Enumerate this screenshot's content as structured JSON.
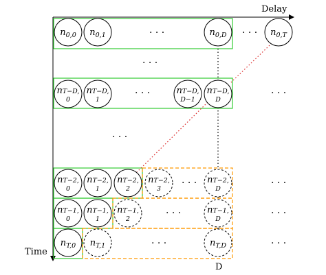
{
  "axes": {
    "x_label": "Delay",
    "y_label": "Time",
    "bottom_label": "D"
  },
  "ellipsis": "· · ·",
  "rows": [
    {
      "id": "row-0",
      "nodes": [
        {
          "id": "n00",
          "main": "n",
          "sub": "0,0",
          "style": "solid"
        },
        {
          "id": "n01",
          "main": "n",
          "sub": "0,1",
          "style": "solid"
        },
        {
          "id": "n0D",
          "main": "n",
          "sub": "0,D",
          "style": "solid"
        },
        {
          "id": "n0T",
          "main": "n",
          "sub": "0,T",
          "style": "solid"
        }
      ]
    },
    {
      "id": "row-TD",
      "nodes": [
        {
          "id": "nTD0",
          "main": "n",
          "sub": "T−D,",
          "sub2": "0",
          "style": "solid"
        },
        {
          "id": "nTD1",
          "main": "n",
          "sub": "T−D,",
          "sub2": "1",
          "style": "solid"
        },
        {
          "id": "nTDDm1",
          "main": "n",
          "sub": "T−D,",
          "sub2": "D−1",
          "style": "solid"
        },
        {
          "id": "nTDD",
          "main": "n",
          "sub": "T−D,",
          "sub2": "D",
          "style": "solid"
        }
      ]
    },
    {
      "id": "row-T2",
      "nodes": [
        {
          "id": "nT20",
          "main": "n",
          "sub": "T−2,",
          "sub2": "0",
          "style": "solid"
        },
        {
          "id": "nT21",
          "main": "n",
          "sub": "T−2,",
          "sub2": "1",
          "style": "solid"
        },
        {
          "id": "nT22",
          "main": "n",
          "sub": "T−2,",
          "sub2": "2",
          "style": "solid"
        },
        {
          "id": "nT23",
          "main": "n",
          "sub": "T−2,",
          "sub2": "3",
          "style": "dashed"
        },
        {
          "id": "nT2D",
          "main": "n",
          "sub": "T−2,",
          "sub2": "D",
          "style": "dashed"
        }
      ]
    },
    {
      "id": "row-T1",
      "nodes": [
        {
          "id": "nT10",
          "main": "n",
          "sub": "T−1,",
          "sub2": "0",
          "style": "solid"
        },
        {
          "id": "nT11",
          "main": "n",
          "sub": "T−1,",
          "sub2": "1",
          "style": "solid"
        },
        {
          "id": "nT12",
          "main": "n",
          "sub": "T−1,",
          "sub2": "2",
          "style": "dashed"
        },
        {
          "id": "nT1D",
          "main": "n",
          "sub": "T−1,",
          "sub2": "D",
          "style": "dashed"
        }
      ]
    },
    {
      "id": "row-T",
      "nodes": [
        {
          "id": "nT0",
          "main": "n",
          "sub": "T,0",
          "style": "solid"
        },
        {
          "id": "nT1",
          "main": "n",
          "sub": "T,1",
          "style": "dashed"
        },
        {
          "id": "nTD",
          "main": "n",
          "sub": "T,D",
          "style": "dashed"
        }
      ]
    }
  ],
  "colors": {
    "green_box": "#33cc33",
    "orange_box": "#ff9900",
    "red_dotted": "#dd3333",
    "black": "#000000"
  }
}
